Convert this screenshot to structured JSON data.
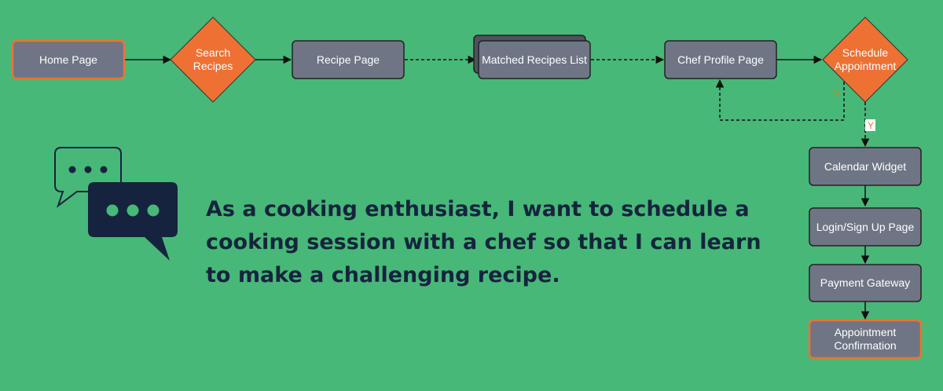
{
  "nodes": {
    "home": "Home Page",
    "search": [
      "Search",
      "Recipes"
    ],
    "recipe": "Recipe Page",
    "matched": "Matched Recipes List",
    "chef": "Chef Profile Page",
    "schedule": [
      "Schedule",
      "Appointment"
    ],
    "calendar": "Calendar Widget",
    "login": "Login/Sign Up Page",
    "payment": "Payment Gateway",
    "confirmation": [
      "Appointment",
      "Confirmation"
    ]
  },
  "edge_labels": {
    "no": "N",
    "yes": "Y"
  },
  "story": "As a cooking enthusiast, I want to schedule a cooking session with a chef so that I can learn to make a challenging recipe.",
  "icons": [
    "chat-bubbles-icon"
  ],
  "colors": {
    "background": "#47b877",
    "process_fill": "#6e7685",
    "decision_fill": "#ee7134",
    "start_end_border": "#ee7134",
    "dark_navy": "#16233f"
  }
}
